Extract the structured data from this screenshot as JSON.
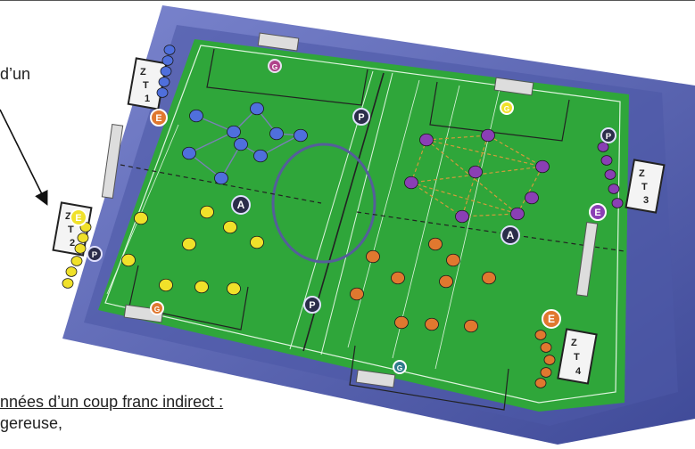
{
  "text": {
    "line1": "d’un",
    "line2": "nnées d’un coup franc indirect :",
    "line3": "gereuse,"
  },
  "zones": [
    {
      "letters": [
        "Z",
        "T",
        "1"
      ]
    },
    {
      "letters": [
        "Z",
        "T",
        "2"
      ]
    },
    {
      "letters": [
        "Z",
        "T",
        "3"
      ]
    },
    {
      "letters": [
        "Z",
        "T",
        "4"
      ]
    }
  ],
  "markers": {
    "goalkeeper": "G",
    "coach": "E",
    "referee": "A",
    "pitch_staff": "P"
  },
  "colors": {
    "field": "#2fa63a",
    "frame": "#5a66b8",
    "team_blue": "#4f6fdc",
    "team_purple": "#8a3fb5",
    "team_yellow": "#f0e12a",
    "team_orange": "#e0782f",
    "badge_dark": "#2b2d4a"
  }
}
